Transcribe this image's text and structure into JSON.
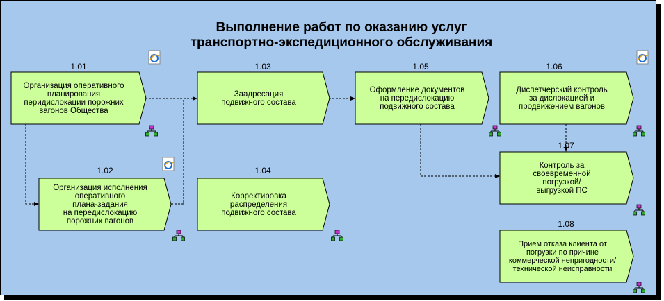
{
  "diagram": {
    "title_line1": "Выполнение работ по оказанию услуг",
    "title_line2": "транспортно-экспедиционного обслуживания",
    "colors": {
      "background": "#a6c8ec",
      "box_fill": "#ccff99",
      "box_border": "#000000",
      "connector": "#000000"
    },
    "functions": [
      {
        "id": "f101",
        "number": "1.01",
        "label": "Организация оперативного\nпланирования\nперидислокации порожних\nвагонов Общества"
      },
      {
        "id": "f102",
        "number": "1.02",
        "label": "Организация исполнения\nоперативного\nплана-задания\nна передислокацию\nпорожних вагонов"
      },
      {
        "id": "f103",
        "number": "1.03",
        "label": "Заадресация\nподвижного состава"
      },
      {
        "id": "f104",
        "number": "1.04",
        "label": "Корректировка\nраспределения\nподвижного состава"
      },
      {
        "id": "f105",
        "number": "1.05",
        "label": "Оформление документов\nна передислокацию\nподвижного состава"
      },
      {
        "id": "f106",
        "number": "1.06",
        "label": "Диспетчерский контроль\nза дислокацией и\nпродвижением вагонов"
      },
      {
        "id": "f107",
        "number": "1.07",
        "label": "Контроль за\nсвоевременной\nпогрузкой/\nвыгрузкой ПС"
      },
      {
        "id": "f108",
        "number": "1.08",
        "label": "Прием отказа клиента от\nпогрузки по причине\nкоммерческой непригодности/\nтехнической неисправности"
      }
    ],
    "icons": {
      "document_link": "ie-document-icon",
      "decomposition": "hierarchy-icon"
    }
  }
}
